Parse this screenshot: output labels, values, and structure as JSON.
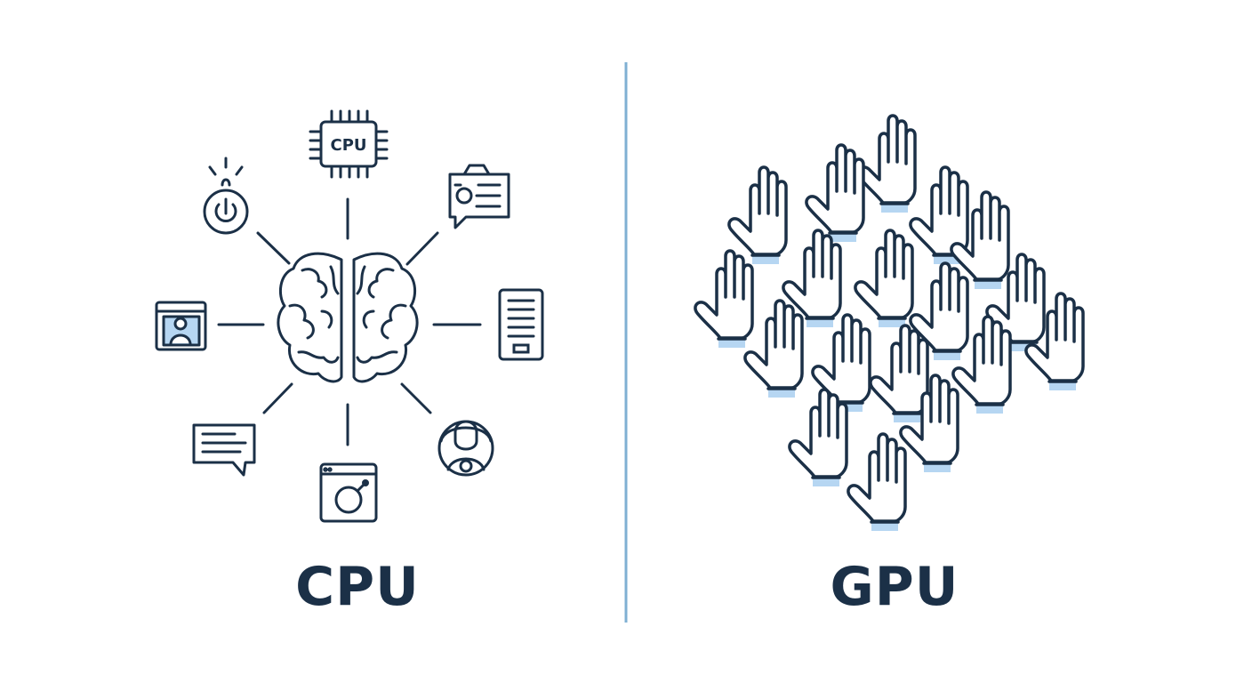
{
  "panels": {
    "left": {
      "title": "CPU",
      "chip_label": "CPU"
    },
    "right": {
      "title": "GPU"
    }
  },
  "colors": {
    "ink": "#1b3047",
    "divider": "#7fb0d3",
    "cuff": "#b6d6f2"
  },
  "icons": {
    "center": "brain-icon",
    "satellites": [
      "cpu-chip-icon",
      "presentation-icon",
      "document-icon",
      "user-avatar-icon",
      "browser-window-icon",
      "chat-bubble-icon",
      "profile-window-icon",
      "power-button-icon"
    ],
    "gpu_repeated": "raised-hand-icon"
  }
}
